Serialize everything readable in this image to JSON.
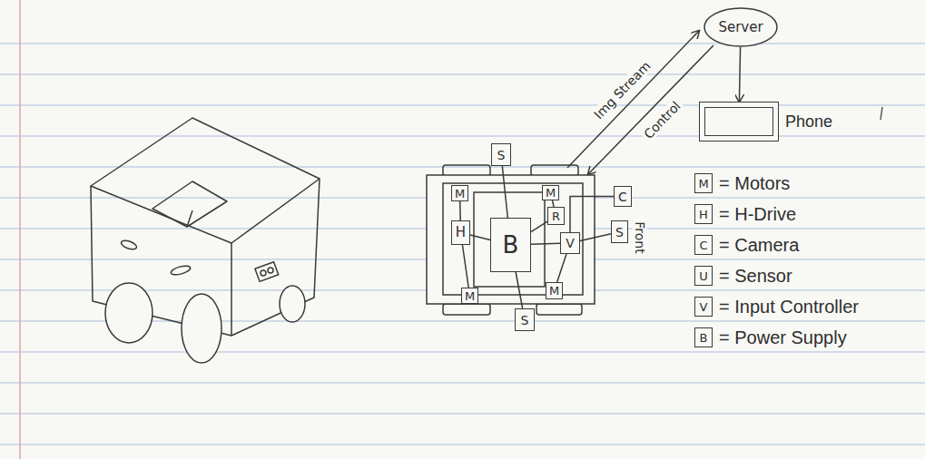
{
  "diagram": {
    "nodes": [
      {
        "text": [
          "Server"
        ]
      },
      {
        "text": [
          "Phone"
        ]
      },
      {
        "text": [
          "S"
        ]
      },
      {
        "text": [
          "M"
        ]
      },
      {
        "text": [
          "M"
        ]
      },
      {
        "text": [
          "C"
        ]
      },
      {
        "text": [
          "R"
        ]
      },
      {
        "text": [
          "H"
        ]
      },
      {
        "text": [
          "B"
        ]
      },
      {
        "text": [
          "S"
        ]
      },
      {
        "text": [
          "V"
        ]
      },
      {
        "text": [
          "M"
        ]
      },
      {
        "text": [
          "M"
        ]
      },
      {
        "text": [
          "S"
        ]
      }
    ],
    "edges": [
      {
        "from": 0,
        "to": 1,
        "arrow": "to"
      },
      {
        "from": 2,
        "to": 8,
        "arrow": "none"
      },
      {
        "from": 3,
        "to": 7,
        "arrow": "none"
      },
      {
        "from": 12,
        "to": 7,
        "arrow": "none"
      },
      {
        "from": 7,
        "to": 8,
        "arrow": "none"
      },
      {
        "from": 4,
        "to": 6,
        "arrow": "none"
      },
      {
        "from": 6,
        "to": 8,
        "arrow": "none"
      },
      {
        "from": 10,
        "to": 8,
        "arrow": "none"
      },
      {
        "from": 10,
        "to": 5,
        "arrow": "none"
      },
      {
        "from": 10,
        "to": 9,
        "arrow": "none"
      },
      {
        "from": 11,
        "to": 10,
        "arrow": "none"
      },
      {
        "from": 13,
        "to": 8,
        "arrow": "none"
      }
    ],
    "labels": [
      "Img Stream",
      "Control",
      "Front",
      "M",
      "H",
      "C",
      "U",
      "V",
      "B"
    ],
    "legend": [
      {
        "text": "= Motors"
      },
      {
        "text": "= H-Drive"
      },
      {
        "text": "= Camera"
      },
      {
        "text": "= Sensor"
      },
      {
        "text": "= Input Controller"
      },
      {
        "text": "= Power Supply"
      }
    ]
  }
}
